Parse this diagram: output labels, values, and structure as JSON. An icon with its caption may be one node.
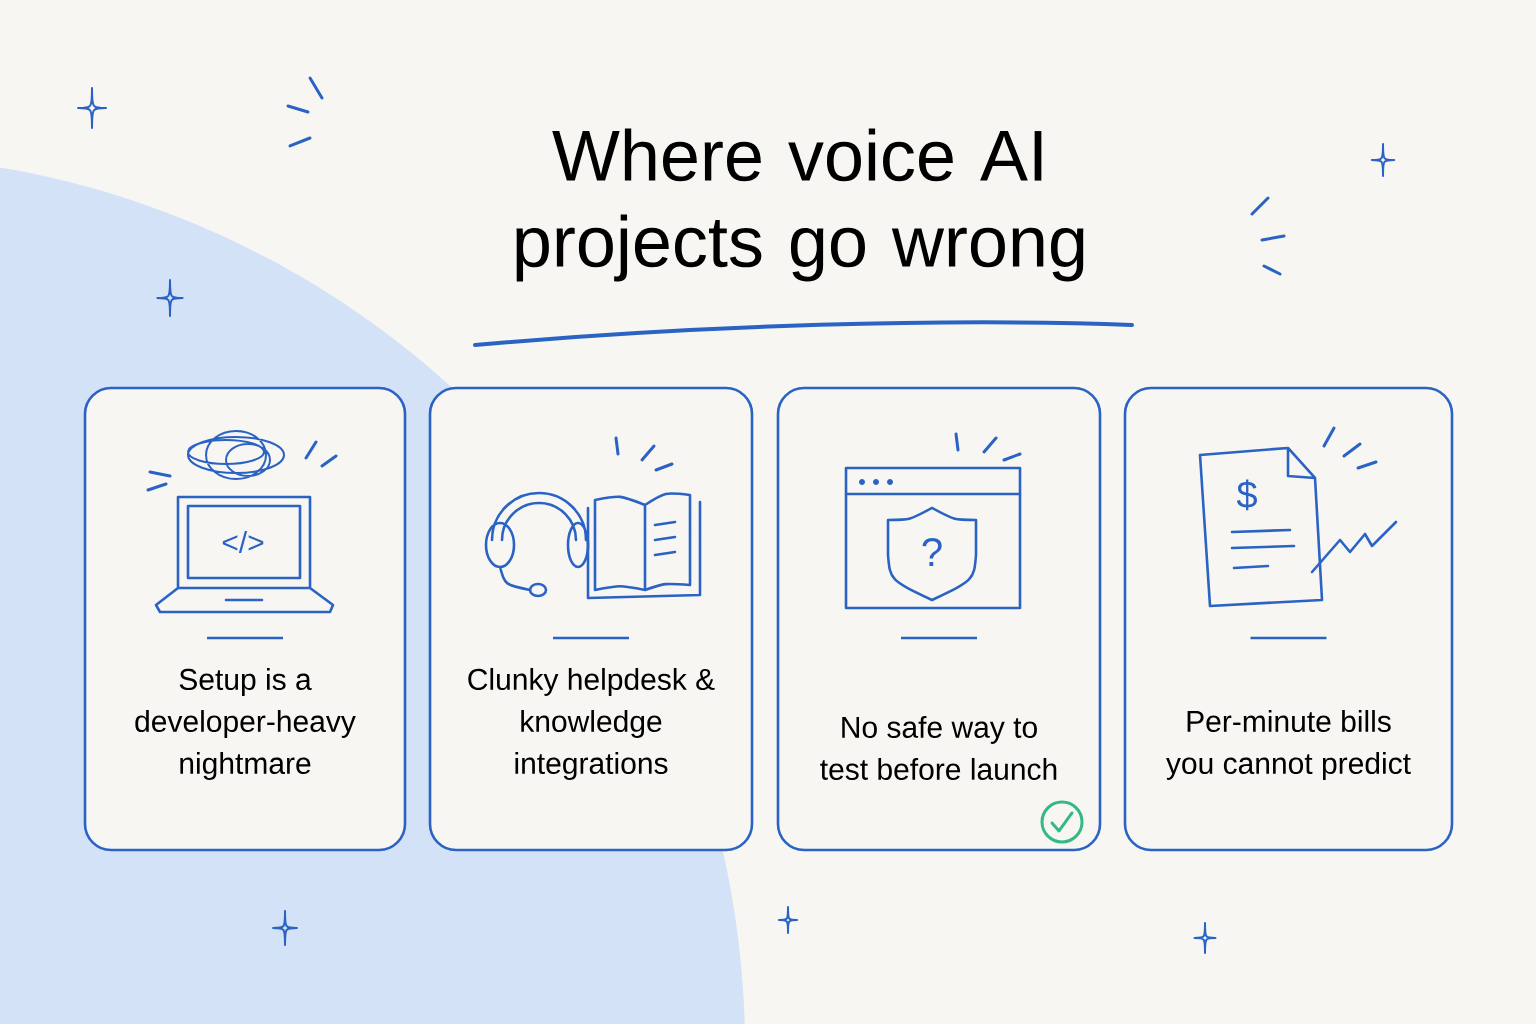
{
  "diagram": {
    "title": "Where voice AI projects go wrong",
    "nodes": [
      {
        "text": [
          "Setup is a developer-heavy nightmare"
        ]
      },
      {
        "text": [
          "Clunky helpdesk & knowledge integrations"
        ]
      },
      {
        "text": [
          "No safe way to test before launch"
        ]
      },
      {
        "text": [
          "Per-minute bills you cannot predict"
        ]
      }
    ],
    "labels": [
      "</>",
      "?",
      "$"
    ]
  }
}
